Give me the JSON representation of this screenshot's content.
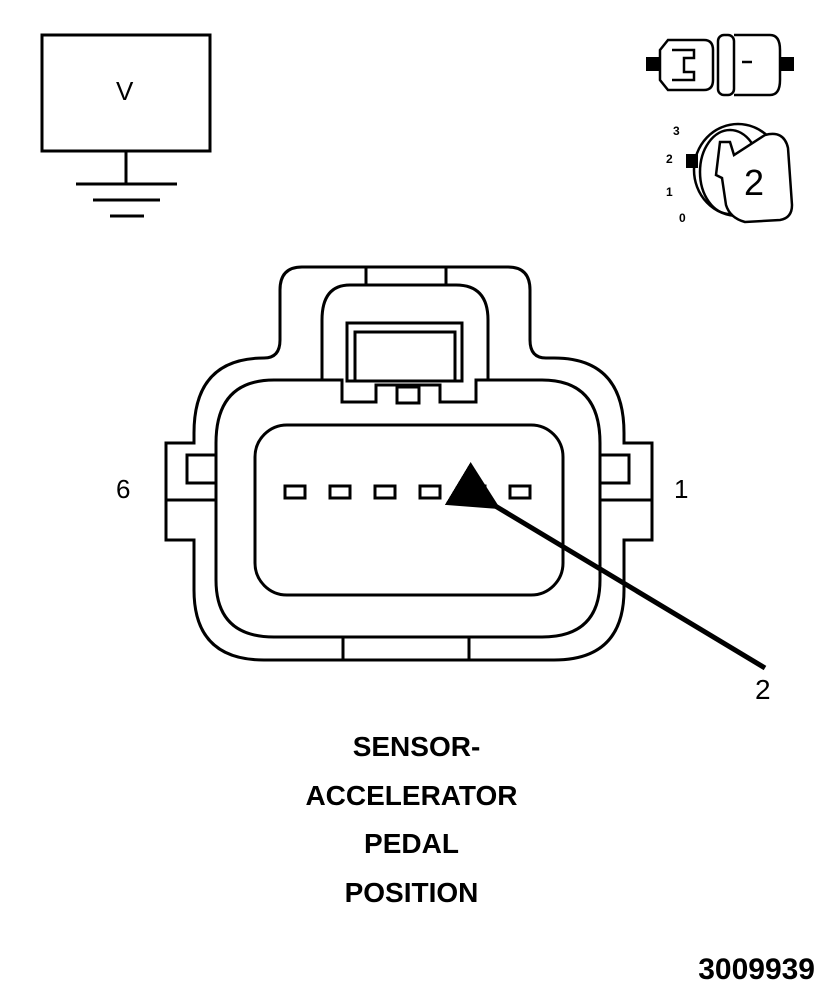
{
  "meter": {
    "symbol": "V"
  },
  "key_icon": {
    "positions": [
      "3",
      "2",
      "1",
      "0"
    ],
    "position_number": "2"
  },
  "connector": {
    "pin_left_label": "6",
    "pin_right_label": "1",
    "callout": "2",
    "cavities": 6
  },
  "caption": [
    "SENSOR-",
    "ACCELERATOR",
    "PEDAL",
    "POSITION"
  ],
  "figure_number": "3009939"
}
